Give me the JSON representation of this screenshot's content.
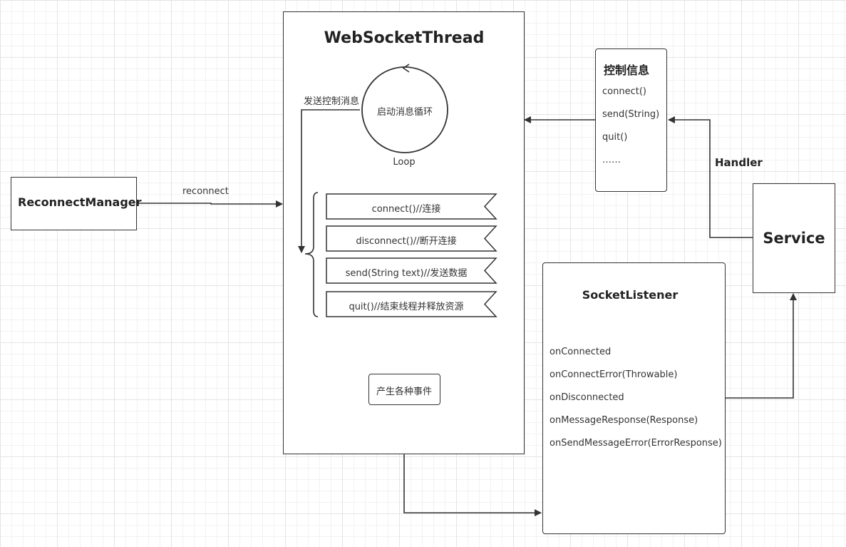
{
  "colors": {
    "stroke": "#333333",
    "grid": "#e4e4e4",
    "background": "#ffffff"
  },
  "websocket_thread": {
    "title": "WebSocketThread",
    "send_label": "发送控制消息",
    "loop_node": "启动消息循环",
    "loop_label": "Loop",
    "methods": [
      "connect()//连接",
      "disconnect()//断开连接",
      "send(String text)//发送数据",
      "quit()//结束线程并释放资源"
    ],
    "events_node": "产生各种事件"
  },
  "reconnect_manager": {
    "title": "ReconnectManager",
    "edge_label": "reconnect"
  },
  "control_info": {
    "title": "控制信息",
    "items": [
      "connect()",
      "send(String)",
      "quit()",
      "……"
    ]
  },
  "handler_label": "Handler",
  "service": {
    "title": "Service"
  },
  "socket_listener": {
    "title": "SocketListener",
    "callbacks": [
      "onConnected",
      "onConnectError(Throwable)",
      "onDisconnected",
      "onMessageResponse(Response)",
      "onSendMessageError(ErrorResponse)"
    ]
  }
}
